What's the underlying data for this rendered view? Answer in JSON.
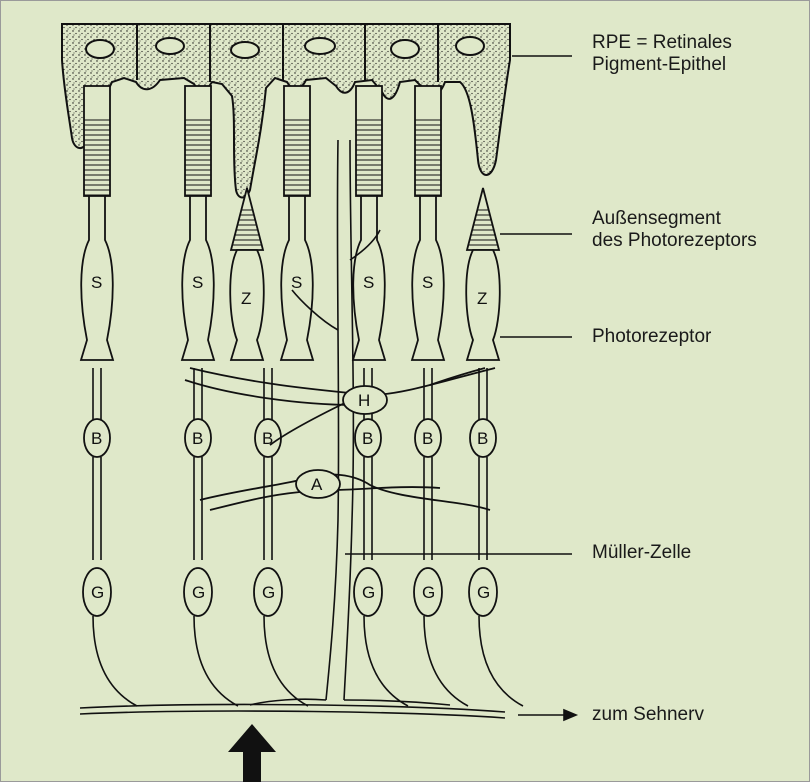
{
  "labels": {
    "rpe_line1": "RPE = Retinales",
    "rpe_line2": "Pigment-Epithel",
    "outer_segment_line1": "Außensegment",
    "outer_segment_line2": "des Photorezeptors",
    "photoreceptor": "Photorezeptor",
    "mueller": "Müller-Zelle",
    "optic_nerve": "zum Sehnerv"
  },
  "cell_letters": {
    "rod": "S",
    "cone": "Z",
    "bipolar": "B",
    "horizontal": "H",
    "amacrine": "A",
    "ganglion": "G"
  },
  "colors": {
    "background": "#dfe8c9",
    "ink": "#111111"
  }
}
